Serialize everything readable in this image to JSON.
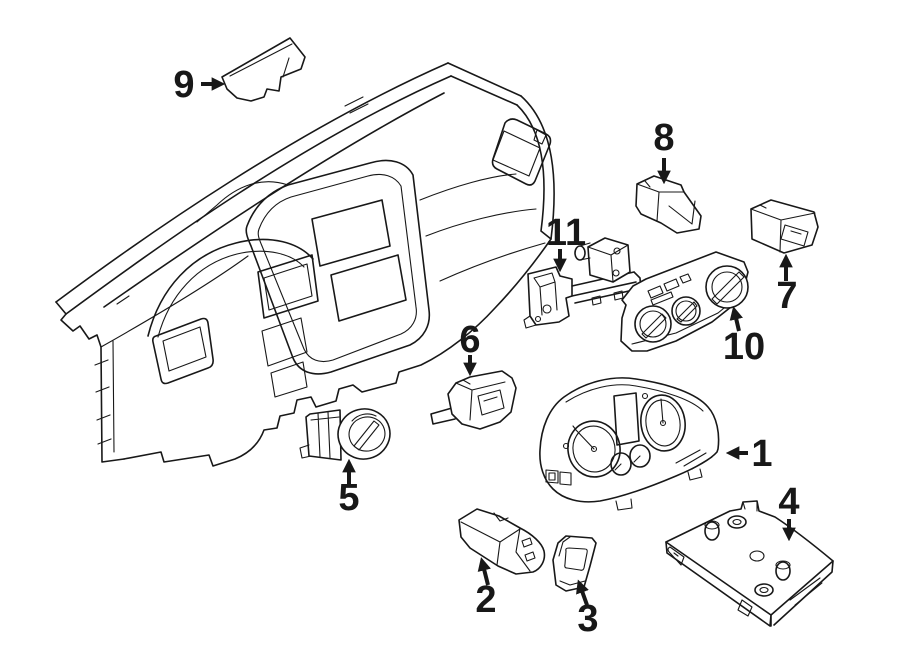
{
  "diagram": {
    "background_color": "#ffffff",
    "line_color": "#181818",
    "callouts": [
      {
        "label": "1"
      },
      {
        "label": "2"
      },
      {
        "label": "3"
      },
      {
        "label": "4"
      },
      {
        "label": "5"
      },
      {
        "label": "6"
      },
      {
        "label": "7"
      },
      {
        "label": "8"
      },
      {
        "label": "9"
      },
      {
        "label": "10"
      },
      {
        "label": "11"
      }
    ]
  }
}
